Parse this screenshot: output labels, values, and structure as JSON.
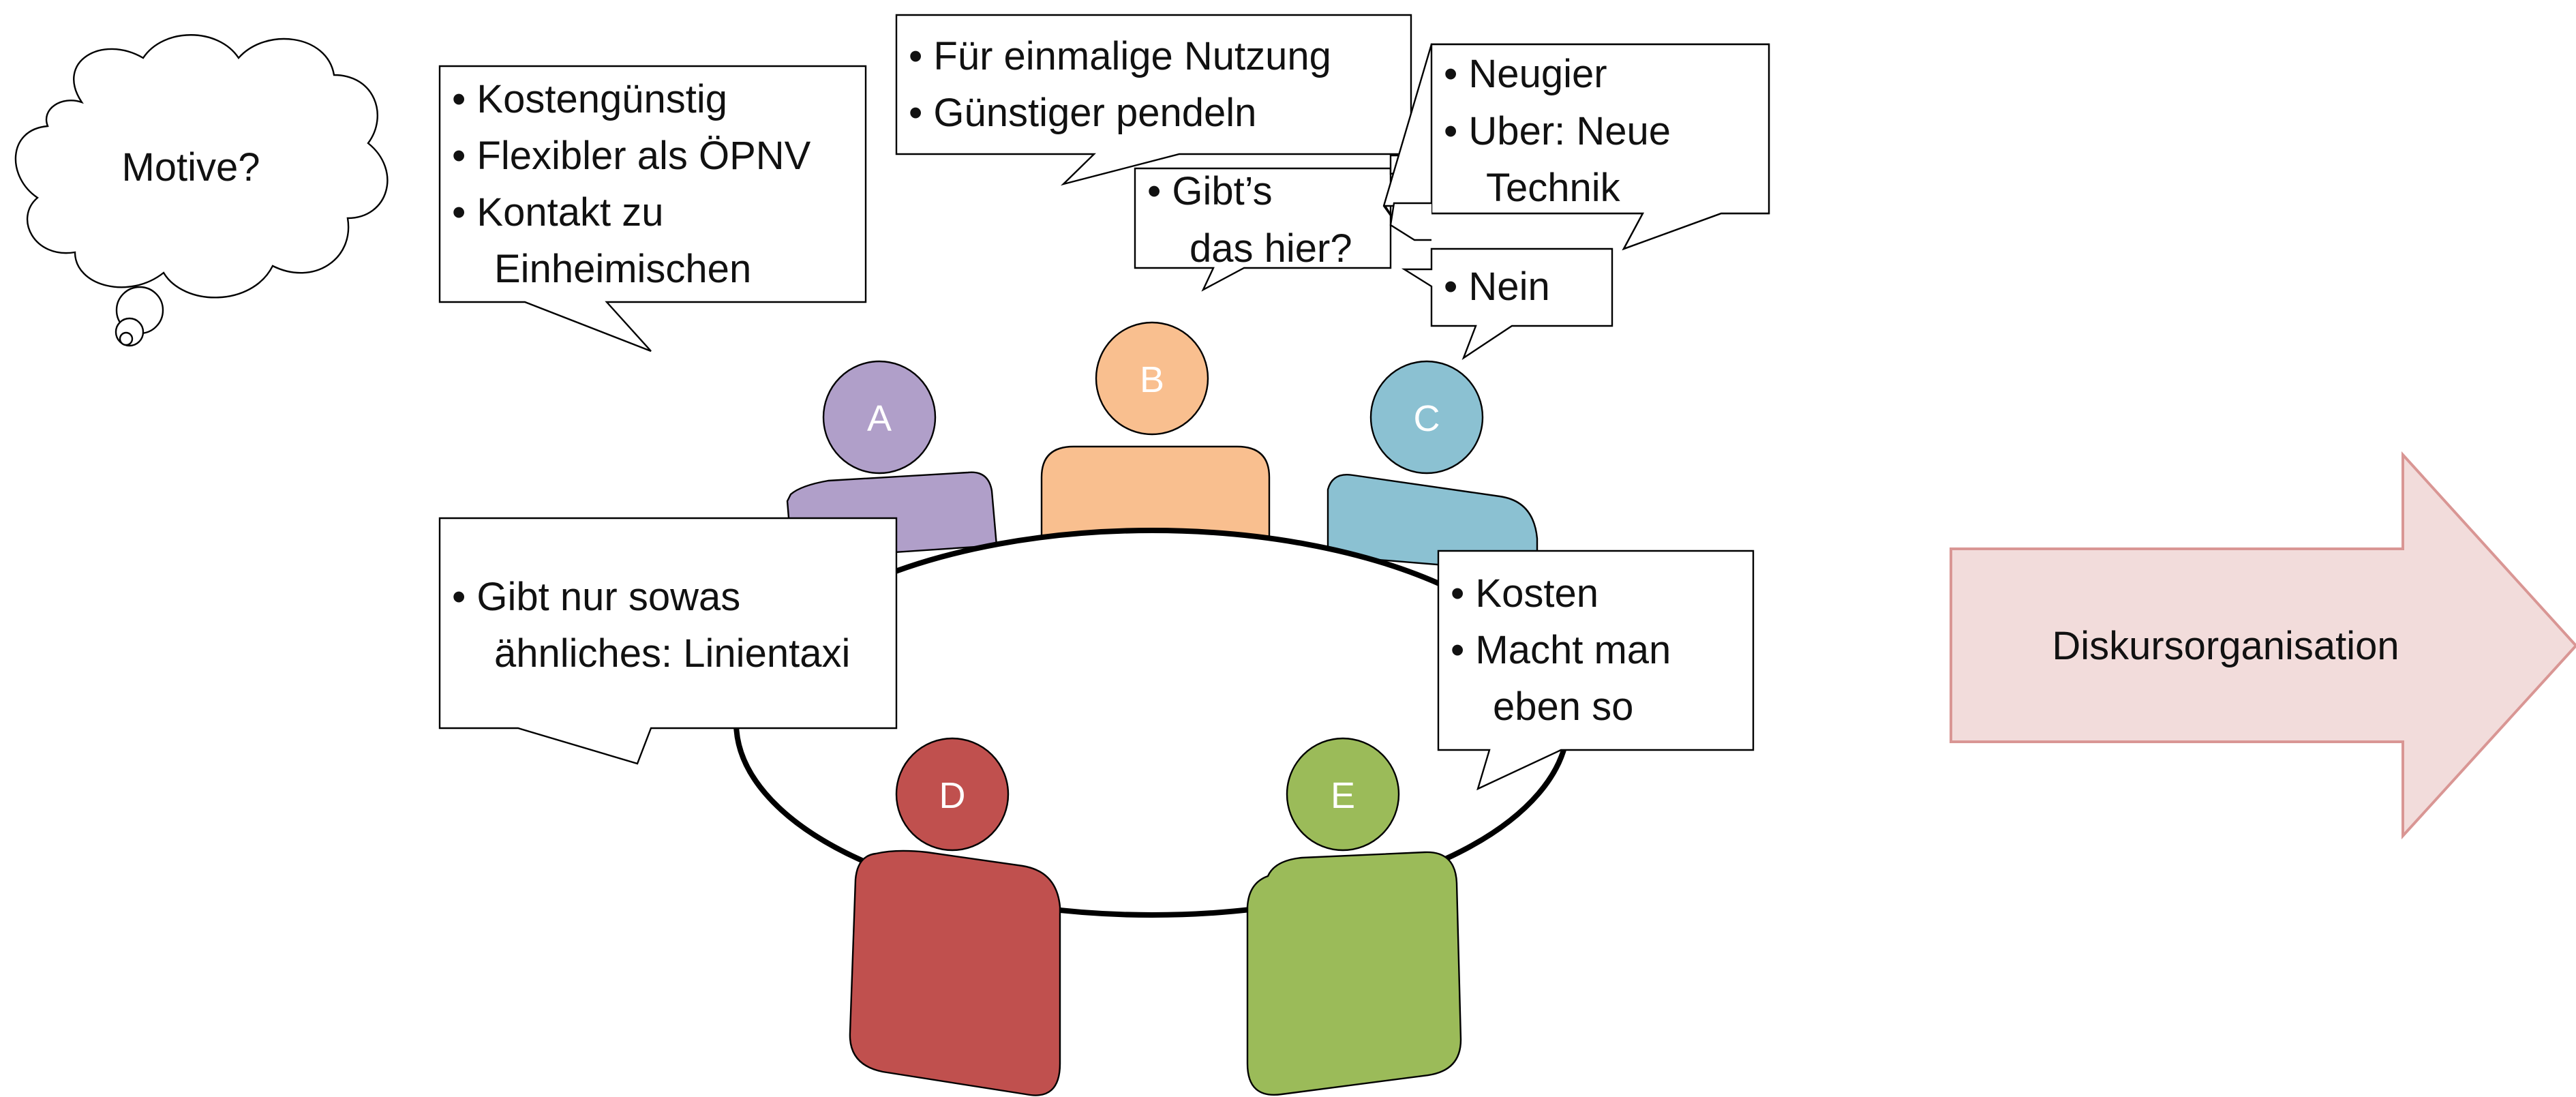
{
  "thought_cloud": {
    "label": "Motive?"
  },
  "participants": [
    {
      "letter": "A",
      "color": "#b09fc9"
    },
    {
      "letter": "B",
      "color": "#f9bf8f"
    },
    {
      "letter": "C",
      "color": "#8bc1d2"
    },
    {
      "letter": "D",
      "color": "#c0504e"
    },
    {
      "letter": "E",
      "color": "#9bbb59"
    }
  ],
  "bubbles": {
    "motives": {
      "lines": [
        "• Kostengünstig",
        "• Flexibler als ÖPNV",
        "• Kontakt zu",
        "Einheimischen"
      ]
    },
    "usage": {
      "lines": [
        "• Für einmalige Nutzung",
        "• Günstiger pendeln"
      ]
    },
    "curiosity": {
      "lines": [
        "• Neugier",
        "• Uber: Neue",
        "Technik"
      ]
    },
    "question": {
      "lines": [
        "• Gibt’s",
        "das hier?"
      ]
    },
    "answer": {
      "lines": [
        "• Nein"
      ]
    },
    "linientaxi": {
      "lines": [
        "• Gibt nur sowas",
        "ähnliches: Linientaxi"
      ]
    },
    "costs": {
      "lines": [
        "• Kosten",
        "• Macht man",
        "eben so"
      ]
    }
  },
  "arrow": {
    "label": "Diskursorganisation",
    "fill": "#f2dcdb",
    "stroke": "#d99694"
  }
}
